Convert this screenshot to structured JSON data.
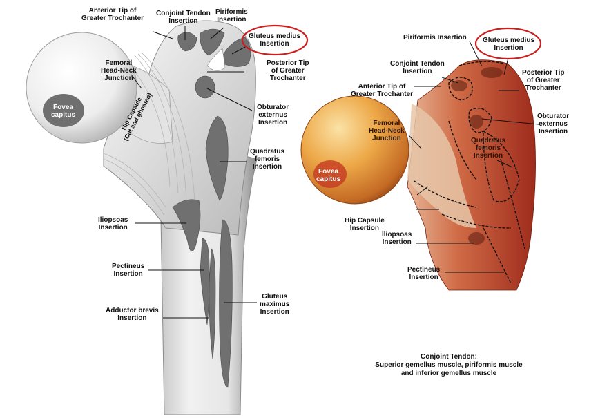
{
  "left_figure": {
    "labels": {
      "anterior_tip": [
        "Anterior Tip of",
        "Greater Trochanter"
      ],
      "conjoint_tendon": [
        "Conjoint Tendon",
        "Insertion"
      ],
      "piriformis": [
        "Piriformis",
        "Insertion"
      ],
      "gluteus_medius": [
        "Gluteus medius",
        "Insertion"
      ],
      "femoral_head_neck": [
        "Femoral",
        "Head-Neck",
        "Junction"
      ],
      "posterior_tip": [
        "Posterior Tip",
        "of Greater",
        "Trochanter"
      ],
      "fovea": [
        "Fovea",
        "capitus"
      ],
      "obturator": [
        "Obturator",
        "externus",
        "Insertion"
      ],
      "hip_capsule": [
        "Hip Capsule",
        "(Cut and ghosted)"
      ],
      "quadratus": [
        "Quadratus",
        "femoris",
        "Insertion"
      ],
      "iliopsoas": [
        "Iliopsoas",
        "Insertion"
      ],
      "pectineus": [
        "Pectineus",
        "Insertion"
      ],
      "adductor_brevis": [
        "Adductor brevis",
        "Insertion"
      ],
      "gluteus_maximus": [
        "Gluteus",
        "maximus",
        "Insertion"
      ]
    }
  },
  "right_figure": {
    "labels": {
      "piriformis": [
        "Piriformis Insertion"
      ],
      "gluteus_medius": [
        "Gluteus medius",
        "Insertion"
      ],
      "conjoint_tendon": [
        "Conjoint Tendon",
        "Insertion"
      ],
      "posterior_tip": [
        "Posterior Tip",
        "of Greater",
        "Trochanter"
      ],
      "anterior_tip": [
        "Anterior Tip of",
        "Greater Trochanter"
      ],
      "femoral_head_neck": [
        "Femoral",
        "Head-Neck",
        "Junction"
      ],
      "obturator": [
        "Obturator",
        "externus",
        "Insertion"
      ],
      "quadratus": [
        "Quadratus",
        "femoris",
        "Insertion"
      ],
      "fovea": [
        "Fovea",
        "capitus"
      ],
      "hip_capsule": [
        "Hip Capsule",
        "Insertion"
      ],
      "iliopsoas": [
        "Iliopsoas",
        "Insertion"
      ],
      "pectineus": [
        "Pectineus",
        "Insertion"
      ]
    }
  },
  "footnote": [
    "Conjoint Tendon:",
    "Superior gemellus muscle, piriformis muscle",
    "and inferior gemellus muscle"
  ],
  "colors": {
    "highlight_ring": "#cc1f1f",
    "bone_light": "#f4f4f4",
    "bone_shadow": "#9a9a9a",
    "insertion_dark": "#6e6e6e",
    "specimen_red": "#c2402a",
    "specimen_head": "#e79a3c"
  }
}
